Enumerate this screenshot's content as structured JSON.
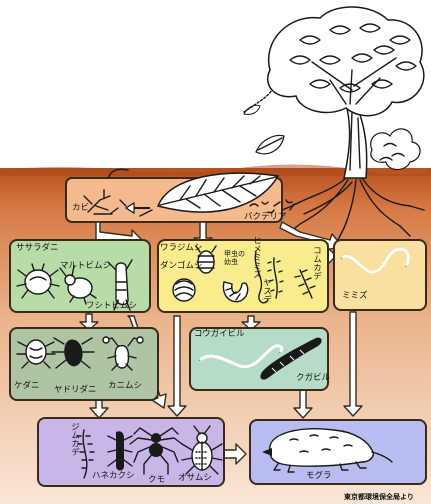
{
  "colors": {
    "soil_top": "#c7602b",
    "soil_bottom": "#f6d6bc",
    "box_decomposer": "#f4b98c",
    "box_mites": "#b8dca8",
    "box_soil_fauna": "#f8ec8c",
    "box_earthworm": "#fae0a0",
    "box_leech": "#b6dcc8",
    "box_predators_1": "#aec4a2",
    "box_predators_2": "#c8b6e8",
    "box_mole": "#b8bcf0",
    "outline": "#3a2a1c"
  },
  "labels": {
    "kabi": "カビ",
    "bacteria": "バクテリア",
    "sasaradani": "ササラダニ",
    "marutobimushi": "マルトビムシ",
    "fushitobimushi": "フシトビムシ",
    "warajimushi": "ワラジムシ",
    "dangomushi": "ダンゴムシ",
    "mushi_no_youchuu": "甲虫の幼虫",
    "hime_mimizu": "ヒメミミズ",
    "yasude": "ヤスデ",
    "komukade": "コムカデ",
    "mimizu": "ミミズ",
    "kougaibiru": "コウガイビル",
    "kugabiru": "クガビル",
    "kedani": "ケダニ",
    "yadoridani": "ヤドリダニ",
    "kanimushi": "カニムシ",
    "jimukade": "ジムカデ",
    "hanekakushi": "ハネカクシ",
    "kumo": "クモ",
    "osamushi": "オサムシ",
    "mogura": "モグラ",
    "credit": "東京都環境保全局より"
  }
}
